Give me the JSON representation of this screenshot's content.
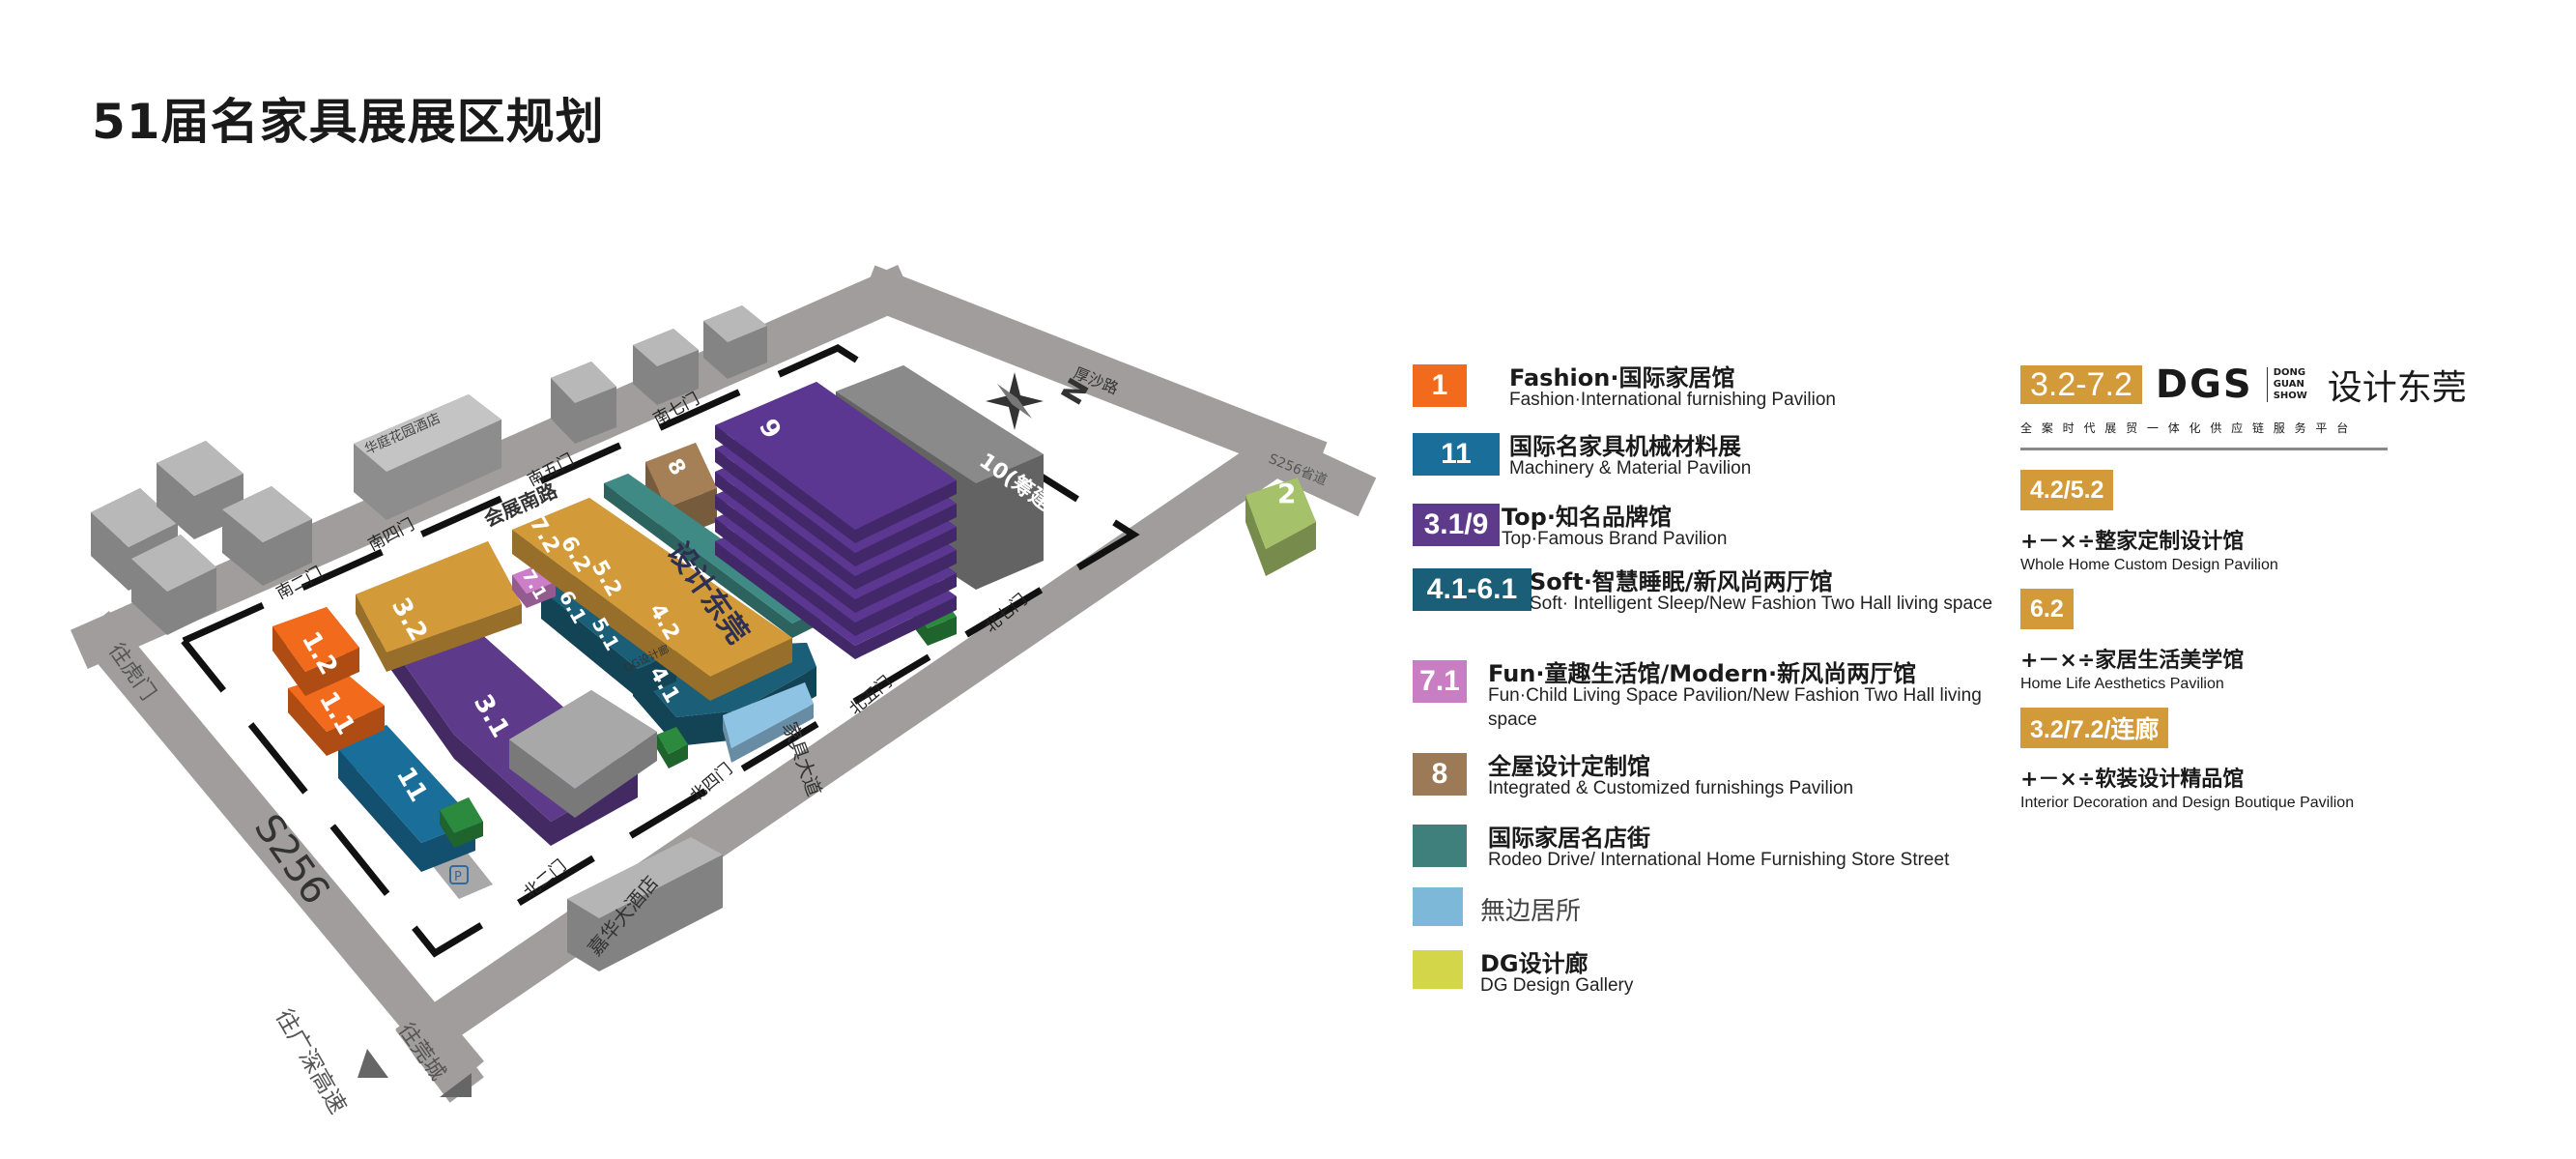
{
  "title": "51届名家具展展区规划",
  "map": {
    "halls": {
      "h1_2": "1.2",
      "h1_1": "1.1",
      "h11": "11",
      "h3_1": "3.1",
      "h3_2": "3.2",
      "h7_2": "7.2",
      "h6_2": "6.2",
      "h5_2": "5.2",
      "h4_2": "4.2",
      "h7_1": "7.1",
      "h6_1": "6.1",
      "h5_1": "5.1",
      "h4_1": "4.1",
      "h8": "8",
      "h9": "9",
      "h10": "10(筹建)",
      "h2": "2"
    },
    "dgs_hall_logo": "设计东莞",
    "dg_gallery": "DG设计廊",
    "gates": {
      "s2": "南二门",
      "s4": "南四门",
      "s5": "南五门",
      "s7": "南七门",
      "n2": "北二门",
      "n4": "北四门",
      "n5": "北五门",
      "n7": "北七门"
    },
    "roads": {
      "s256": "S256",
      "to_humen": "往虎门",
      "to_guancheng": "往莞城",
      "to_expressway": "往广深高速",
      "south_road": "会展南路",
      "housha": "厚沙路",
      "s256_prov": "S256省道",
      "furniture_ave": "家具大道"
    },
    "landmarks": {
      "huating": "华庭花园酒店",
      "jiahua": "嘉华大酒店",
      "parking": "P"
    },
    "compass": "N"
  },
  "legend": [
    {
      "badge": "1",
      "color": "#f26a1b",
      "title": "Fashion·国际家居馆",
      "subtitle": "Fashion·International furnishing Pavilion"
    },
    {
      "badge": "11",
      "color": "#1a6e9a",
      "title": "国际名家具机械材料展",
      "subtitle": "Machinery & Material Pavilion"
    },
    {
      "badge": "3.1/9",
      "color": "#5e3b8a",
      "title": "Top·知名品牌馆",
      "subtitle": "Top·Famous Brand Pavilion"
    },
    {
      "badge": "4.1-6.1",
      "color": "#1a5e78",
      "title": "Soft·智慧睡眠/新风尚两厅馆",
      "subtitle": "Soft· Intelligent Sleep/New Fashion Two Hall living space"
    },
    {
      "badge": "7.1",
      "color": "#c97ec4",
      "title": "Fun·童趣生活馆/Modern·新风尚两厅馆",
      "subtitle": "Fun·Child Living Space Pavilion/New Fashion Two Hall living space"
    },
    {
      "badge": "8",
      "color": "#9c7a57",
      "title": "全屋设计定制馆",
      "subtitle": "Integrated & Customized furnishings Pavilion"
    },
    {
      "badge": "",
      "color": "#3f7f7c",
      "title": "国际家居名店街",
      "subtitle": "Rodeo Drive/ International Home Furnishing Store Street"
    },
    {
      "badge": "",
      "color": "#7db8d9",
      "title": "無边居所",
      "subtitle": ""
    },
    {
      "badge": "",
      "color": "#d4d64a",
      "title": "DG设计廊",
      "subtitle": "DG Design Gallery"
    }
  ],
  "dgs": {
    "date_badge": "3.2-7.2",
    "logo": "DGS",
    "logo_en": "DONG GUAN SHOW",
    "logo_cn": "设计东莞",
    "tagline": "全 案 时 代 展 贸 一 体 化 供 应 链 服 务 平 台",
    "items": [
      {
        "badge": "4.2/5.2",
        "title": "+－×÷整家定制设计馆",
        "subtitle": "Whole Home Custom Design Pavilion"
      },
      {
        "badge": "6.2",
        "title": "+－×÷家居生活美学馆",
        "subtitle": "Home Life Aesthetics Pavilion"
      },
      {
        "badge": "3.2/7.2/连廊",
        "title": "+－×÷软装设计精品馆",
        "subtitle": "Interior Decoration and Design Boutique Pavilion"
      }
    ]
  }
}
